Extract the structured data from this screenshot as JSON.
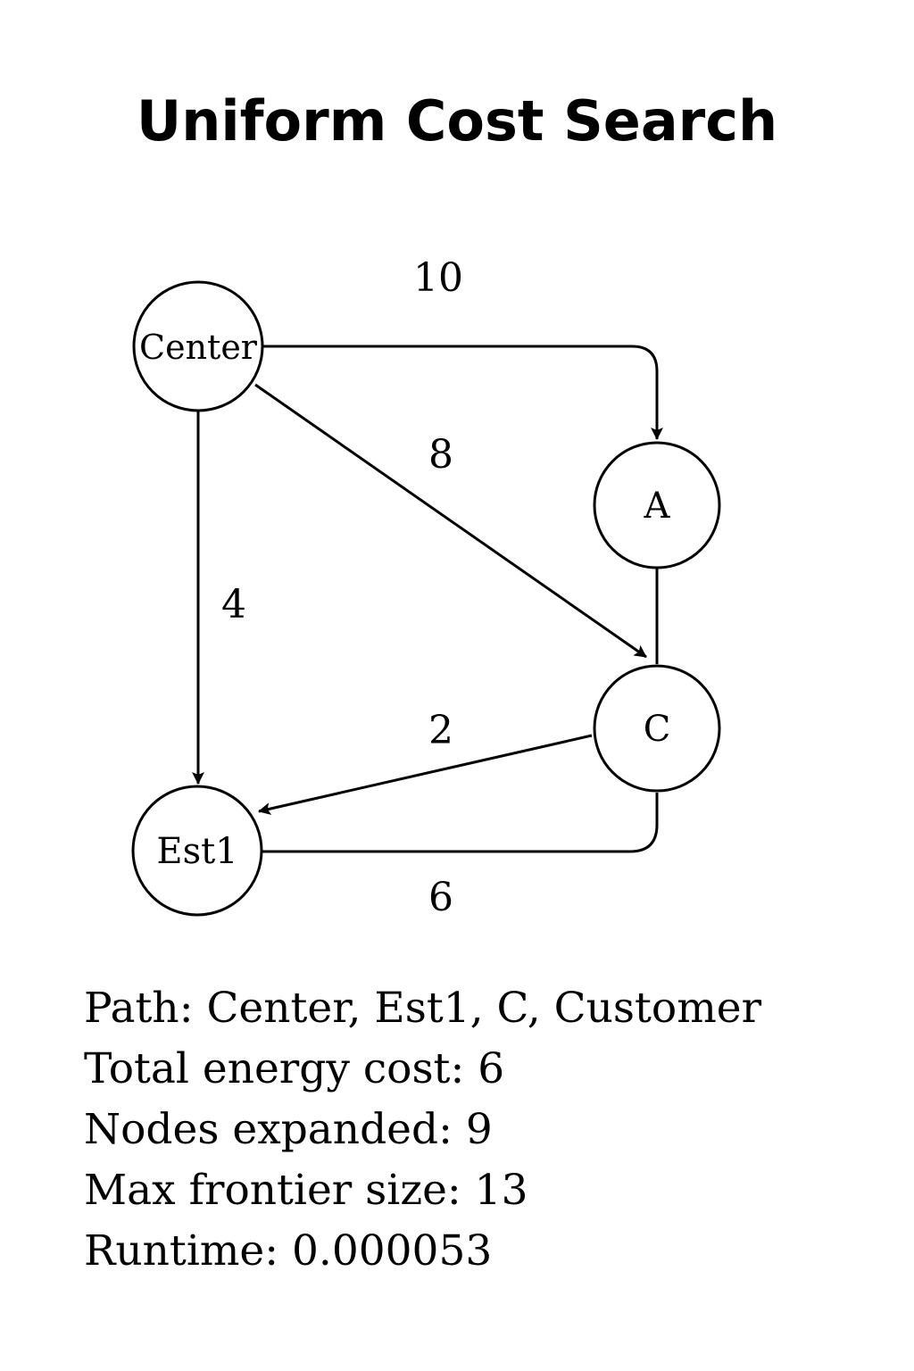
{
  "title": "Uniform Cost Search",
  "nodes": {
    "center": "Center",
    "a": "A",
    "c": "C",
    "est1": "Est1"
  },
  "edges": [
    {
      "from": "Center",
      "to": "A",
      "cost": "10"
    },
    {
      "from": "Center",
      "to": "C",
      "cost": "8"
    },
    {
      "from": "Center",
      "to": "Est1",
      "cost": "4"
    },
    {
      "from": "C",
      "to": "Est1",
      "cost": "2"
    },
    {
      "from": "Est1",
      "to": "C",
      "cost": "6"
    },
    {
      "from": "A",
      "to": "C",
      "cost": ""
    }
  ],
  "stats": {
    "path": "Path: Center, Est1, C, Customer",
    "total_cost": "Total energy cost: 6",
    "nodes_expanded": "Nodes expanded: 9",
    "max_frontier": "Max frontier size: 13",
    "runtime": "Runtime: 0.000053"
  }
}
